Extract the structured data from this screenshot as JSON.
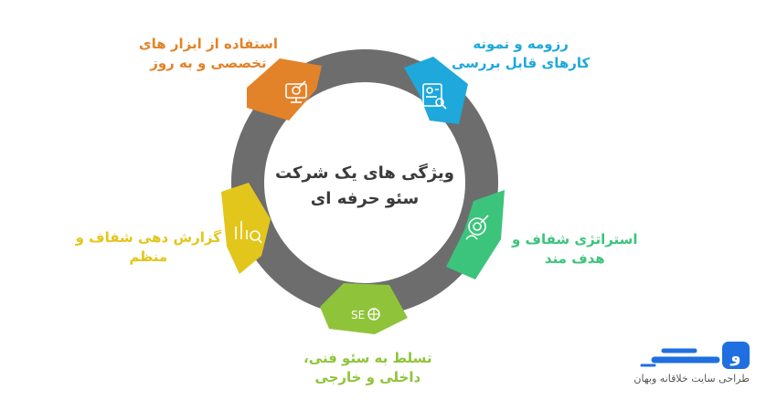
{
  "diagram": {
    "center_title": [
      "ویژگی های یک شرکت",
      "سئو حرفه ای"
    ],
    "segments": [
      {
        "key": "tools",
        "color": "#e2832a",
        "lines": [
          "استفاده از ابزار های",
          "تخصصی و به روز"
        ],
        "icon": "monitor-target-icon"
      },
      {
        "key": "resume",
        "color": "#1ea8dc",
        "lines": [
          "رزومه و نمونه",
          "کارهای قابل بررسی"
        ],
        "icon": "resume-search-icon"
      },
      {
        "key": "strategy",
        "color": "#3cc47c",
        "lines": [
          "استراتژی شفاف و",
          "هدف مند"
        ],
        "icon": "strategy-target-icon"
      },
      {
        "key": "tech",
        "color": "#8fc43a",
        "lines": [
          "تسلط به سئو فنی،",
          "داخلی و خارجی"
        ],
        "icon": "seo-globe-icon"
      },
      {
        "key": "report",
        "color": "#e2c61c",
        "lines": [
          "گزارش دهی شفاف و",
          "منظم"
        ],
        "icon": "report-chart-icon"
      }
    ],
    "ring_color": "#6d6d6d"
  },
  "brand": {
    "logo_name": "وبهان",
    "tagline": "طراحی سایت خلاقانه وبهان",
    "color": "#1f6fe0"
  }
}
